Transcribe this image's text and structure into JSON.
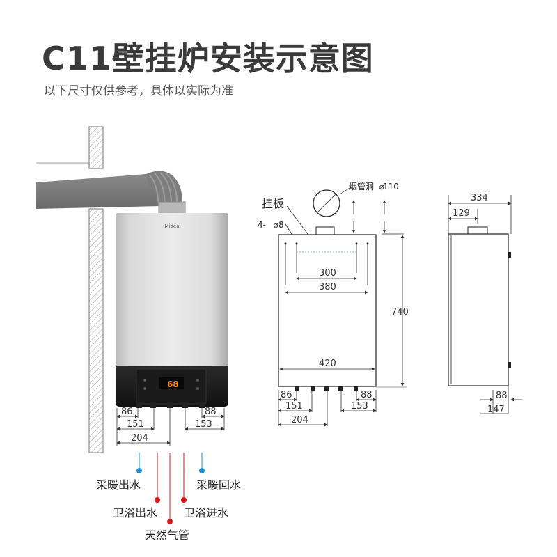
{
  "header": {
    "title": "C11壁挂炉安装示意图",
    "subtitle": "以下尺寸仅供参考，具体以实际为准"
  },
  "boiler_photo": {
    "brand": "Midea",
    "display_reading": "68",
    "dims": {
      "a": "86",
      "b": "151",
      "c": "204",
      "d": "153",
      "e": "88"
    },
    "pipes": {
      "heating_out": "采暖出水",
      "heating_return": "采暖回水",
      "bath_out": "卫浴出水",
      "bath_in": "卫浴进水",
      "gas": "天然气管"
    },
    "colors": {
      "heating": "#1e8fd6",
      "bath": "#e0151b",
      "gas": "#e0151b"
    }
  },
  "front_view": {
    "flue_label": "烟管洞",
    "flue_dia": "110",
    "bracket_label": "挂板",
    "holes_label": "4-",
    "holes_dia": "8",
    "width_300": "300",
    "width_380": "380",
    "width_420": "420",
    "height_740": "740",
    "dims": {
      "a": "86",
      "b": "151",
      "c": "204",
      "d": "153",
      "e": "88"
    }
  },
  "side_view": {
    "depth_334": "334",
    "offset_129": "129",
    "bottom_88": "88",
    "bottom_147": "147"
  }
}
